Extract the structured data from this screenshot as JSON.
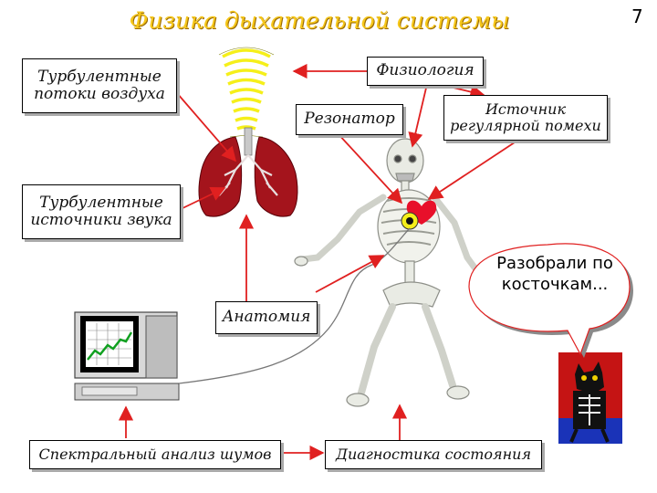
{
  "page": {
    "title": "Физика дыхательной системы",
    "number": "7"
  },
  "boxes": {
    "turbulent_flows": {
      "line1": "Турбулентные",
      "line2": "потоки воздуха"
    },
    "physiology": "Физиология",
    "resonator": "Резонатор",
    "interference_source": {
      "line1": "Источник",
      "line2": "регулярной помехи"
    },
    "turbulent_sources": {
      "line1": "Турбулентные",
      "line2": "источники звука"
    },
    "anatomy": "Анатомия",
    "spectral_analysis": "Спектральный анализ шумов",
    "diagnostics": "Диагностика состояния"
  },
  "bubble": {
    "line1": "Разобрали по",
    "line2": "косточкам..."
  },
  "colors": {
    "title": "#f6c71a",
    "arrows": "#e02020",
    "lungs": "#a4141c",
    "waves": "#f5ef1a",
    "bubble_fill": "#ffffff"
  }
}
